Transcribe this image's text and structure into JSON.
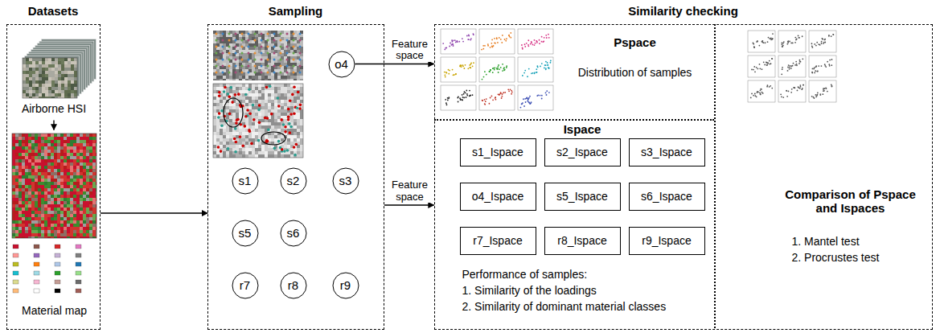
{
  "diagram": {
    "nodes": [
      {
        "text": [
          "Datasets"
        ]
      },
      {
        "text": [
          "Sampling"
        ]
      },
      {
        "text": [
          "Similarity checking"
        ]
      },
      {
        "text": [
          "Airborne HSI"
        ],
        "in": 0
      },
      {
        "text": [
          "Material map"
        ],
        "in": 0
      },
      {
        "text": [
          "o4"
        ],
        "in": 1
      },
      {
        "text": [
          "s1"
        ],
        "in": 1
      },
      {
        "text": [
          "s2"
        ],
        "in": 1
      },
      {
        "text": [
          "s3"
        ],
        "in": 1
      },
      {
        "text": [
          "s5"
        ],
        "in": 1
      },
      {
        "text": [
          "s6"
        ],
        "in": 1
      },
      {
        "text": [
          "r7"
        ],
        "in": 1
      },
      {
        "text": [
          "r8"
        ],
        "in": 1
      },
      {
        "text": [
          "r9"
        ],
        "in": 1
      },
      {
        "text": [
          "Pspace",
          "Distribution of samples"
        ],
        "in": 2
      },
      {
        "text": [
          "Ispace",
          "Performance of samples:",
          "1. Similarity of the loadings",
          "2. Similarity of dominant material classes"
        ],
        "in": 2
      },
      {
        "text": [
          "s1_Ispace"
        ],
        "in": 15
      },
      {
        "text": [
          "s2_Ispace"
        ],
        "in": 15
      },
      {
        "text": [
          "s3_Ispace"
        ],
        "in": 15
      },
      {
        "text": [
          "o4_Ispace"
        ],
        "in": 15
      },
      {
        "text": [
          "s5_Ispace"
        ],
        "in": 15
      },
      {
        "text": [
          "s6_Ispace"
        ],
        "in": 15
      },
      {
        "text": [
          "r7_Ispace"
        ],
        "in": 15
      },
      {
        "text": [
          "r8_Ispace"
        ],
        "in": 15
      },
      {
        "text": [
          "r9_Ispace"
        ],
        "in": 15
      },
      {
        "text": [
          "Comparison of Pspace and Ispaces",
          "1. Mantel test",
          "2. Procrustes test"
        ],
        "in": 2
      }
    ],
    "edges": [
      {
        "from": 3,
        "to": 4,
        "arrow": "to"
      },
      {
        "from": 0,
        "to": 1,
        "arrow": "to"
      },
      {
        "from": 5,
        "to": 14,
        "label": "Feature space",
        "arrow": "to"
      },
      {
        "from": 1,
        "to": 15,
        "label": "Feature space",
        "arrow": "to"
      }
    ]
  }
}
